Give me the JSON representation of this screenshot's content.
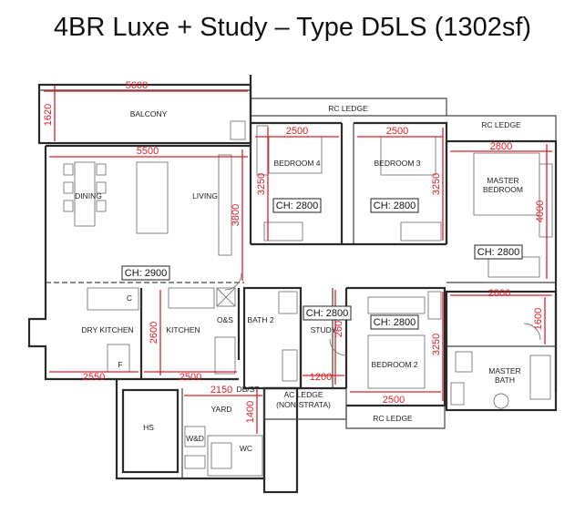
{
  "title": "4BR Luxe + Study – Type D5LS (1302sf)",
  "rooms": {
    "balcony": "BALCONY",
    "rc_ledge_top": "RC LEDGE",
    "rc_ledge_right": "RC LEDGE",
    "rc_ledge_bottom": "RC LEDGE",
    "bedroom4": "BEDROOM 4",
    "bedroom3": "BEDROOM 3",
    "master_bedroom_1": "MASTER",
    "master_bedroom_2": "BEDROOM",
    "dining": "DINING",
    "living": "LIVING",
    "dry_kitchen": "DRY KITCHEN",
    "kitchen": "KITCHEN",
    "bath2": "BATH 2",
    "study": "STUDY",
    "bedroom2": "BEDROOM 2",
    "master_bath_1": "MASTER",
    "master_bath_2": "BATH",
    "yard": "YARD",
    "hs": "HS",
    "wc": "WC",
    "wd": "W&D",
    "db_st": "DB/ST",
    "ac_ledge_1": "AC LEDGE",
    "ac_ledge_2": "(NON-STRATA)",
    "os": "O&S",
    "c_label": "C",
    "f_label": "F"
  },
  "dimensions": {
    "balcony_width": "5600",
    "balcony_depth": "1620",
    "living_width": "5500",
    "living_depth": "3800",
    "bed4_width": "2500",
    "bed4_depth": "3250",
    "bed3_width": "2500",
    "bed3_depth": "3250",
    "master_width": "2800",
    "master_depth": "4000",
    "kitchen_depth": "2600",
    "dry_kitchen_width": "2550",
    "kitchen_width": "2500",
    "yard_width": "2150",
    "yard_depth": "1400",
    "study_depth": "2600",
    "study_width": "1200",
    "bed2_depth": "3250",
    "bed2_width": "2500",
    "master_bath_width": "2800",
    "master_bath_depth": "1600"
  },
  "ceiling_heights": {
    "bed4": "CH: 2800",
    "bed3": "CH: 2800",
    "master": "CH: 2800",
    "living": "CH: 2900",
    "study": "CH: 2800",
    "bed2": "CH: 2800"
  }
}
